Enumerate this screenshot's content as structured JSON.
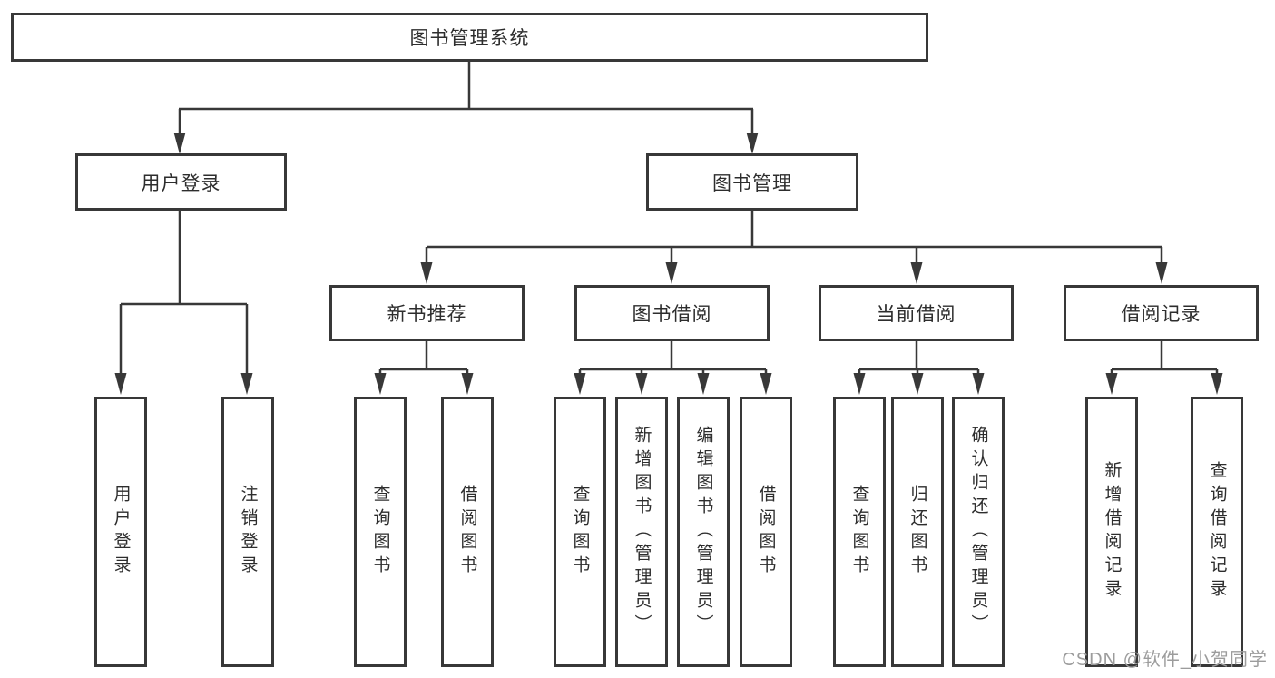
{
  "tree": {
    "root": {
      "label": "图书管理系统",
      "children": [
        {
          "label": "用户登录",
          "children": [
            {
              "label": "用户登录"
            },
            {
              "label": "注销登录"
            }
          ]
        },
        {
          "label": "图书管理",
          "children": [
            {
              "label": "新书推荐",
              "children": [
                {
                  "label": "查询图书"
                },
                {
                  "label": "借阅图书"
                }
              ]
            },
            {
              "label": "图书借阅",
              "children": [
                {
                  "label": "查询图书"
                },
                {
                  "label": "新增图书（管理员）"
                },
                {
                  "label": "编辑图书（管理员）"
                },
                {
                  "label": "借阅图书"
                }
              ]
            },
            {
              "label": "当前借阅",
              "children": [
                {
                  "label": "查询图书"
                },
                {
                  "label": "归还图书"
                },
                {
                  "label": "确认归还（管理员）"
                }
              ]
            },
            {
              "label": "借阅记录",
              "children": [
                {
                  "label": "新增借阅记录"
                },
                {
                  "label": "查询借阅记录"
                }
              ]
            }
          ]
        }
      ]
    }
  },
  "watermark": {
    "text": "CSDN @软件_小贺同学"
  },
  "colors": {
    "line": "#383838",
    "text": "#2d2d2d",
    "watermark": "#9c9c9c",
    "background": "#ffffff"
  }
}
